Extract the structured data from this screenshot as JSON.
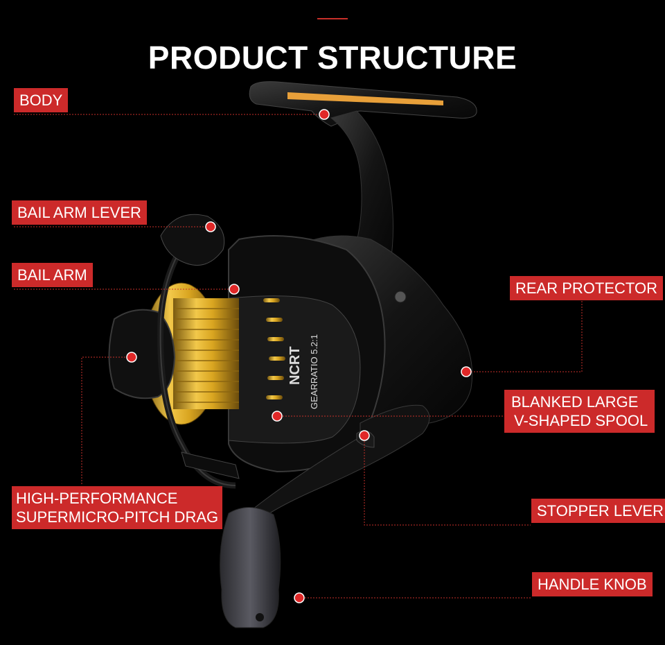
{
  "title": "PRODUCT STRUCTURE",
  "colors": {
    "accent": "#cc2a2a",
    "background": "#000000",
    "gold": "#d9a520"
  },
  "product": {
    "brand": "NCRT",
    "gear_ratio_text": "GEARRATIO 5.2:1"
  },
  "callouts": {
    "body": "BODY",
    "bail_arm_lever": "BAIL ARM LEVER",
    "bail_arm": "BAIL ARM",
    "rear_protector": "REAR PROTECTOR",
    "spool_line1": "BLANKED LARGE",
    "spool_line2": "V-SHAPED SPOOL",
    "drag_line1": "HIGH-PERFORMANCE",
    "drag_line2": "SUPERMICRO-PITCH DRAG",
    "stopper_lever": "STOPPER LEVER",
    "handle_knob": "HANDLE KNOB"
  }
}
